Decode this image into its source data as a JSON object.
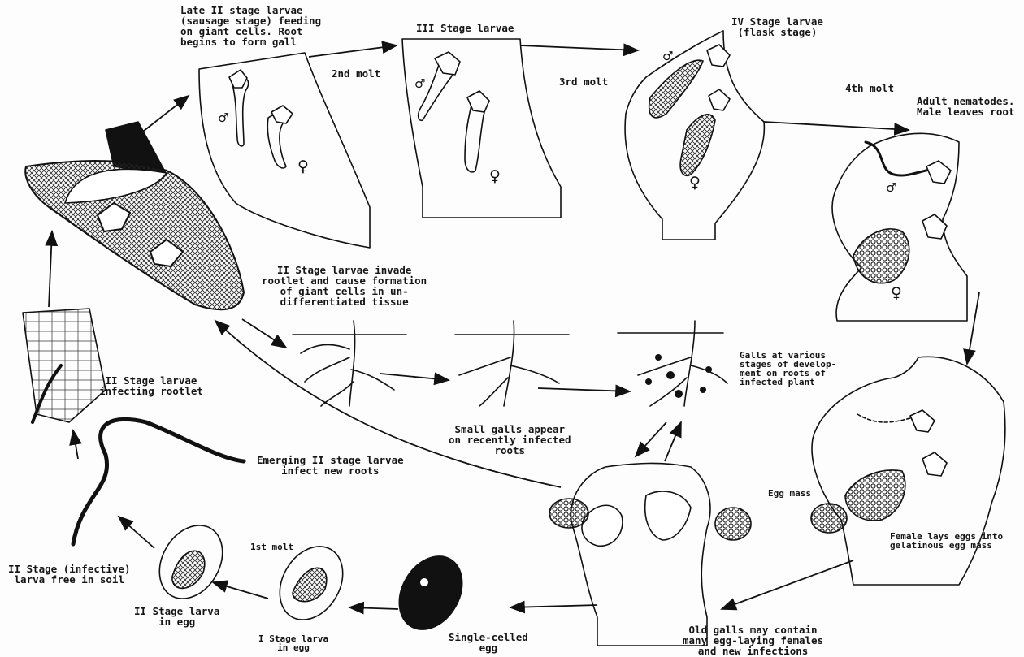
{
  "labels": {
    "late2": "Late II stage larvae\n(sausage stage) feeding\non giant cells.  Root\nbegins to form gall",
    "third_stage": "III Stage larvae",
    "fourth_stage": "IV Stage larvae\n(flask stage)",
    "molt2": "2nd molt",
    "molt3": "3rd molt",
    "molt4": "4th molt",
    "adults": "Adult nematodes.\nMale leaves root",
    "invade": "II Stage larvae invade\nrootlet and cause formation\nof giant cells in un-\ndifferentiated tissue",
    "infecting": "II Stage larvae\ninfecting rootlet",
    "small_galls": "Small galls appear\non recently infected\nroots",
    "galls_various": "Galls at various\nstages of develop-\nment on roots of\ninfected plant",
    "emerging": "Emerging II stage larvae\ninfect new roots",
    "egg_mass": "Egg mass",
    "female_lays": "Female lays eggs into\ngelatinous egg mass",
    "old_galls": "Old galls may contain\nmany egg-laying females\nand new infections",
    "free_soil": "II Stage (infective)\nlarva free in soil",
    "larva_egg2": "II Stage larva\nin egg",
    "molt1": "1st molt",
    "larva_egg1": "I Stage larva\nin egg",
    "single_egg": "Single-celled\negg"
  },
  "symbols": {
    "male": "♂",
    "female": "♀"
  }
}
